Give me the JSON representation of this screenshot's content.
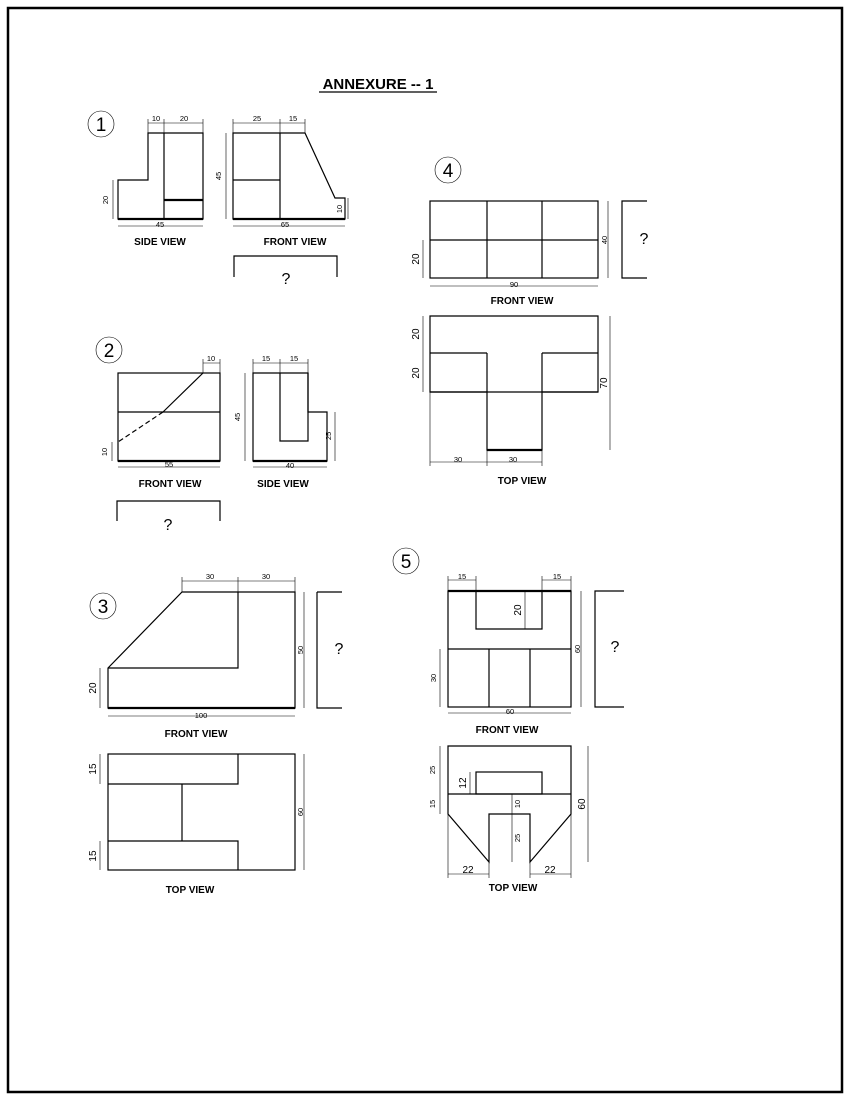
{
  "title": "ANNEXURE -- 1",
  "question_mark": "?",
  "problems": [
    {
      "number": "1",
      "views": [
        "SIDE VIEW",
        "FRONT VIEW"
      ],
      "dims": {
        "side_top_a": "10",
        "side_top_b": "20",
        "side_height": "20",
        "side_width": "45",
        "front_top_a": "25",
        "front_top_b": "15",
        "front_height": "45",
        "front_right": "10",
        "front_width": "65"
      }
    },
    {
      "number": "2",
      "views": [
        "FRONT VIEW",
        "SIDE VIEW"
      ],
      "dims": {
        "front_top": "10",
        "front_left": "10",
        "front_width": "55",
        "side_top_a": "15",
        "side_top_b": "15",
        "side_height": "45",
        "side_right": "25",
        "side_width": "40"
      }
    },
    {
      "number": "3",
      "views": [
        "FRONT VIEW",
        "TOP VIEW"
      ],
      "dims": {
        "front_top_a": "30",
        "front_top_b": "30",
        "front_height": "50",
        "front_left": "20",
        "front_width": "100",
        "top_left_a": "15",
        "top_left_b": "15",
        "top_height": "60"
      }
    },
    {
      "number": "4",
      "views": [
        "FRONT VIEW",
        "TOP VIEW"
      ],
      "dims": {
        "front_left": "20",
        "front_height": "40",
        "front_width": "90",
        "top_left_a": "20",
        "top_left_b": "20",
        "top_height": "70",
        "top_bottom_a": "30",
        "top_bottom_b": "30"
      }
    },
    {
      "number": "5",
      "views": [
        "FRONT VIEW",
        "TOP VIEW"
      ],
      "dims": {
        "front_top_a": "15",
        "front_top_b": "15",
        "front_slot": "20",
        "front_left": "30",
        "front_height": "60",
        "front_width": "60",
        "top_a": "25",
        "top_b": "12",
        "top_c": "15",
        "top_d": "10",
        "top_e": "25",
        "top_height": "60",
        "top_bottom_a": "22",
        "top_bottom_b": "22"
      }
    }
  ]
}
